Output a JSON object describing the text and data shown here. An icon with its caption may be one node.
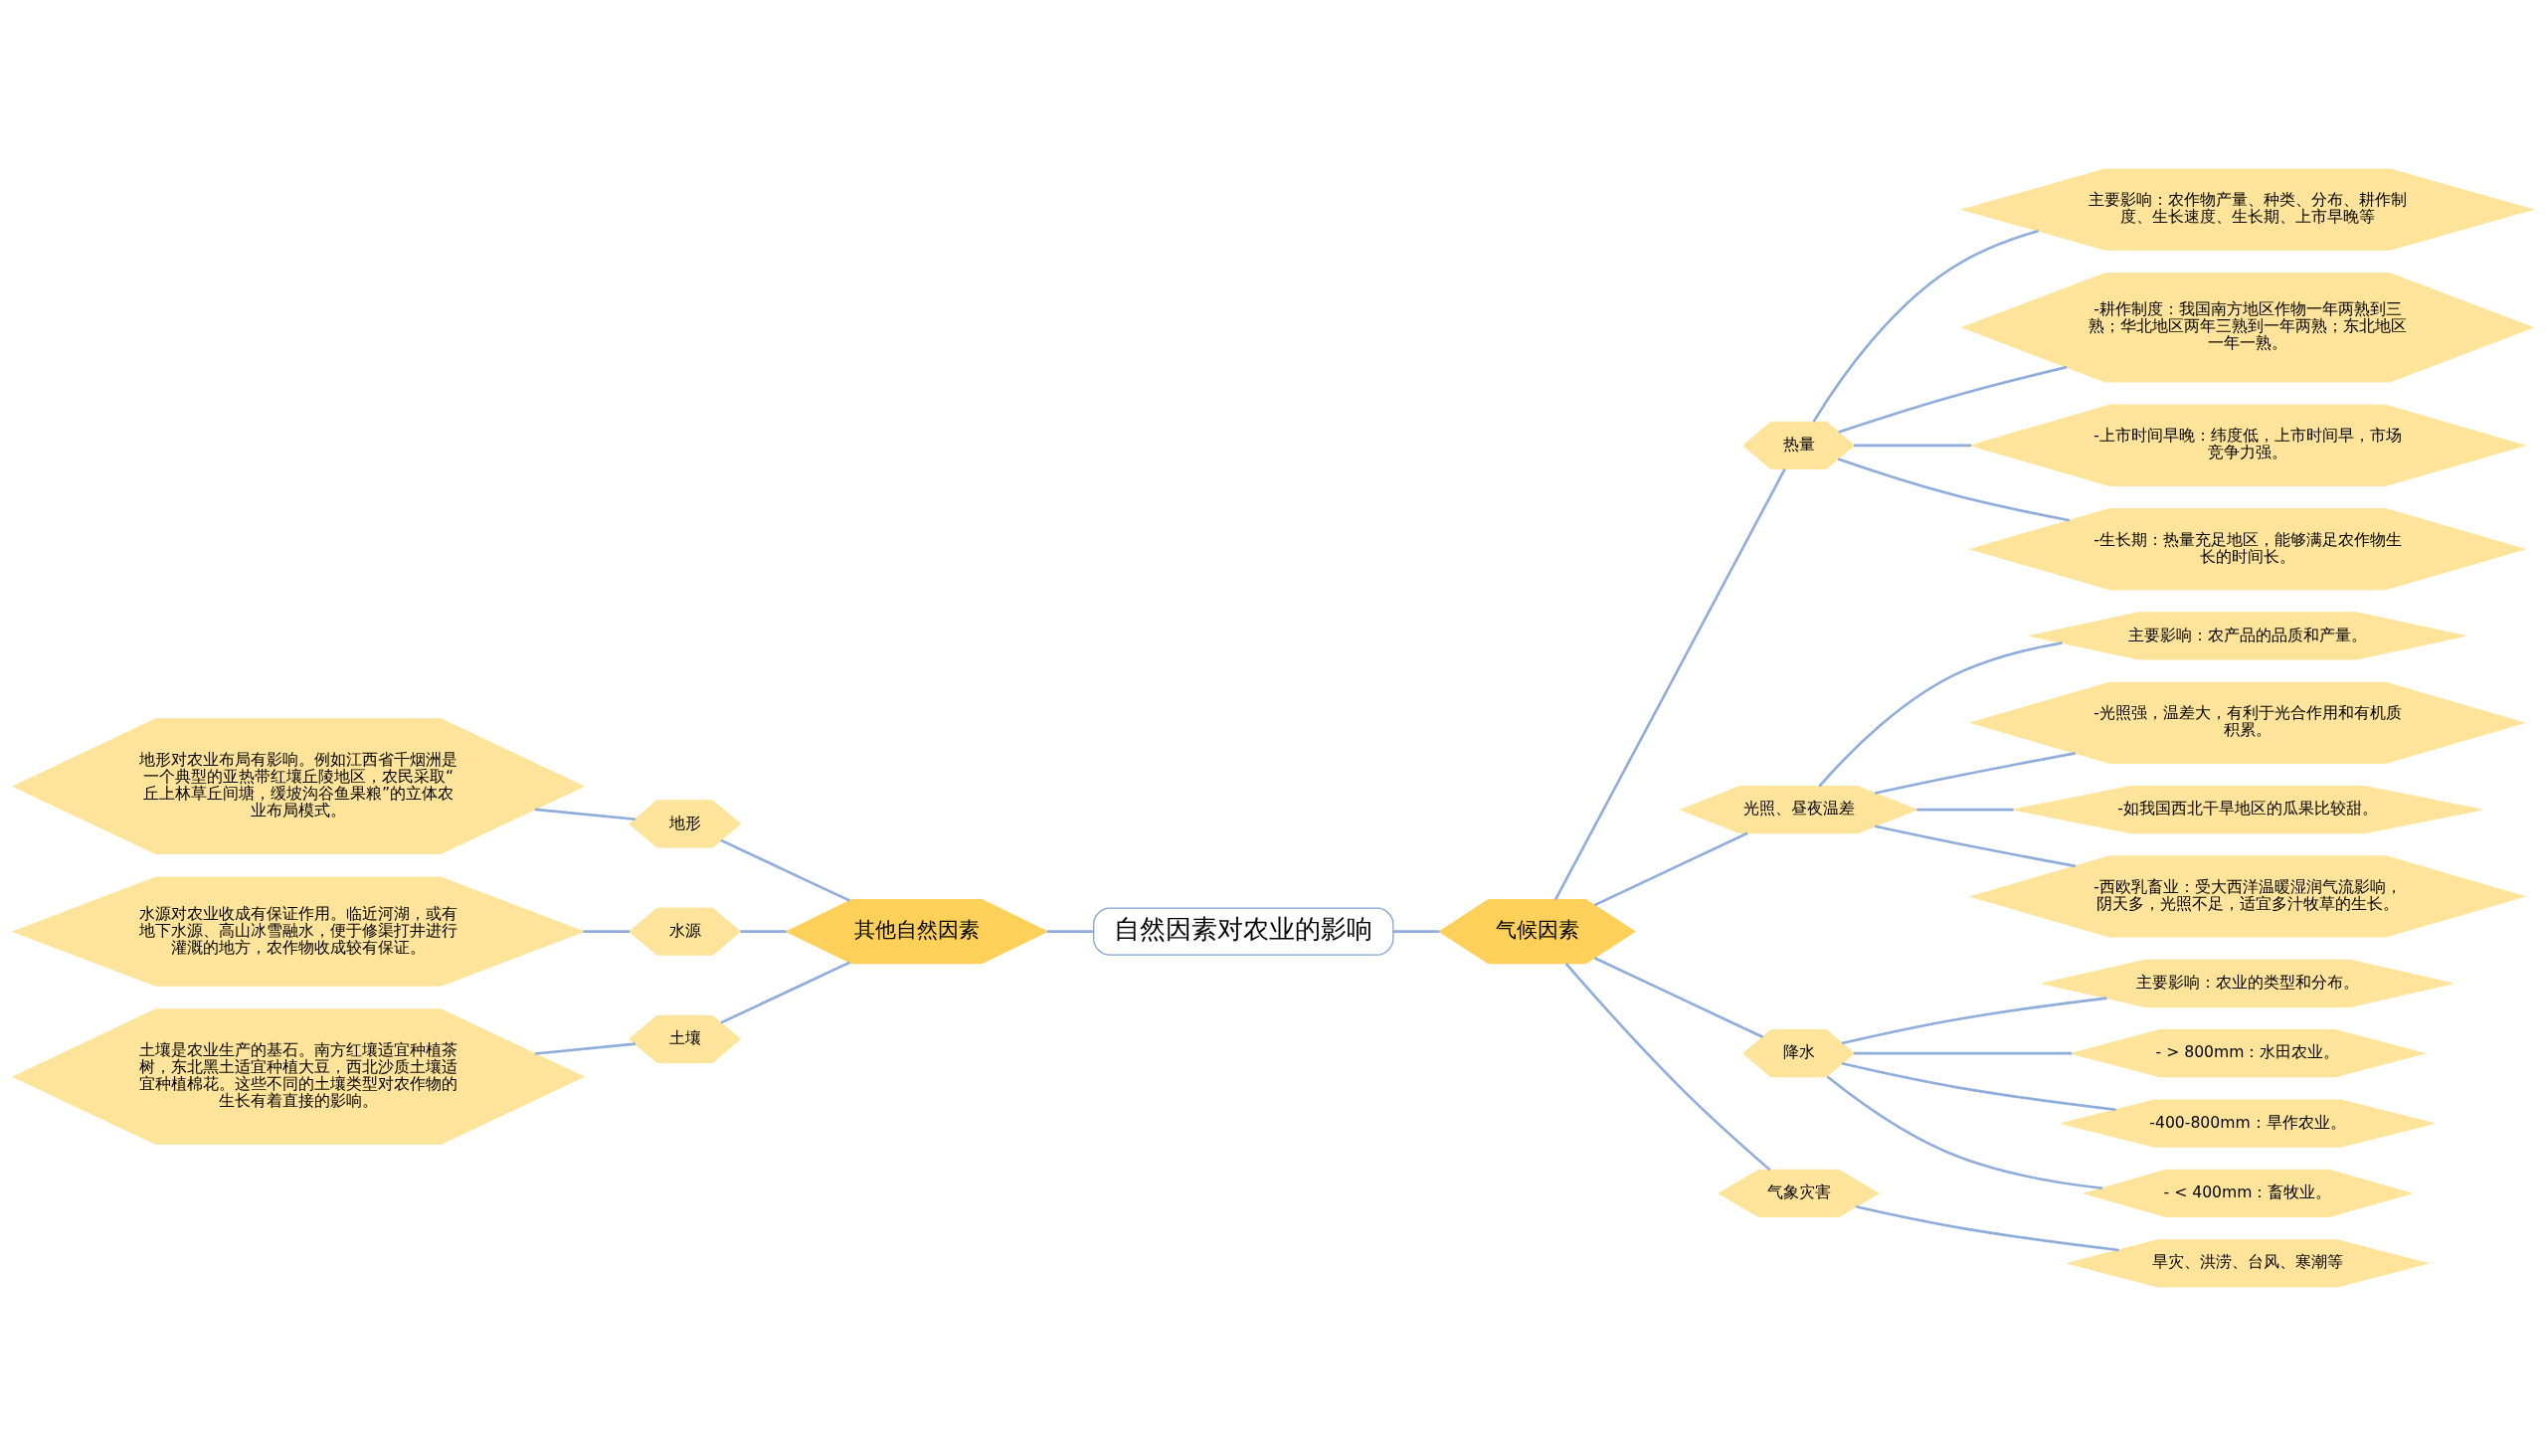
{
  "diagram": {
    "nodes": [
      {
        "text": [
          "自然因素对农业的影响"
        ]
      },
      {
        "text": [
          "其他自然因素"
        ]
      },
      {
        "text": [
          "地形"
        ]
      },
      {
        "text": [
          "地形对农业布局有影响。例如江西省千烟洲是一个典型的亚热带红壤丘陵地区，农民采取“丘上林草丘间塘，缓坡沟谷鱼果粮”的立体农业布局模式。"
        ]
      },
      {
        "text": [
          "水源"
        ]
      },
      {
        "text": [
          "水源对农业收成有保证作用。临近河湖，或有地下水源、高山冰雪融水，便于修渠打井进行灌溉的地方，农作物收成较有保证。"
        ]
      },
      {
        "text": [
          "土壤"
        ]
      },
      {
        "text": [
          "土壤是农业生产的基石。南方红壤适宜种植茶树，东北黑土适宜种植大豆，西北沙质土壤适宜种植棉花。这些不同的土壤类型对农作物的生长有着直接的影响。"
        ]
      },
      {
        "text": [
          "气候因素"
        ]
      },
      {
        "text": [
          "热量"
        ]
      },
      {
        "text": [
          "主要影响：农作物产量、种类、分布、耕作制度、生长速度、生长期、上市早晚等"
        ]
      },
      {
        "text": [
          "-耕作制度：我国南方地区作物一年两熟到三熟；华北地区两年三熟到一年两熟；东北地区一年一熟。"
        ]
      },
      {
        "text": [
          "-上市时间早晚：纬度低，上市时间早，市场竞争力强。"
        ]
      },
      {
        "text": [
          "-生长期：热量充足地区，能够满足农作物生长的时间长。"
        ]
      },
      {
        "text": [
          "光照、昼夜温差"
        ]
      },
      {
        "text": [
          "主要影响：农产品的品质和产量。"
        ]
      },
      {
        "text": [
          "-光照强，温差大，有利于光合作用和有机质积累。"
        ]
      },
      {
        "text": [
          "-如我国西北干旱地区的瓜果比较甜。"
        ]
      },
      {
        "text": [
          "-西欧乳畜业：受大西洋温暖湿润气流影响，阴天多，光照不足，适宜多汁牧草的生长。"
        ]
      },
      {
        "text": [
          "降水"
        ]
      },
      {
        "text": [
          "主要影响：农业的类型和分布。"
        ]
      },
      {
        "text": [
          "- > 800mm：水田农业。"
        ]
      },
      {
        "text": [
          "-400-800mm：旱作农业。"
        ]
      },
      {
        "text": [
          "- < 400mm：畜牧业。"
        ]
      },
      {
        "text": [
          "气象灾害"
        ]
      },
      {
        "text": [
          "旱灾、洪涝、台风、寒潮等"
        ]
      }
    ],
    "edges": [
      {
        "from": 3,
        "to": 2,
        "arrow": "none"
      },
      {
        "from": 5,
        "to": 4,
        "arrow": "none"
      },
      {
        "from": 7,
        "to": 6,
        "arrow": "none"
      },
      {
        "from": 2,
        "to": 1,
        "arrow": "none"
      },
      {
        "from": 4,
        "to": 1,
        "arrow": "none"
      },
      {
        "from": 6,
        "to": 1,
        "arrow": "none"
      },
      {
        "from": 1,
        "to": 0,
        "arrow": "none"
      },
      {
        "from": 0,
        "to": 8,
        "arrow": "none"
      },
      {
        "from": 8,
        "to": 9,
        "arrow": "none"
      },
      {
        "from": 8,
        "to": 14,
        "arrow": "none"
      },
      {
        "from": 8,
        "to": 19,
        "arrow": "none"
      },
      {
        "from": 8,
        "to": 24,
        "arrow": "none"
      },
      {
        "from": 9,
        "to": 10,
        "arrow": "none"
      },
      {
        "from": 9,
        "to": 11,
        "arrow": "none"
      },
      {
        "from": 9,
        "to": 12,
        "arrow": "none"
      },
      {
        "from": 9,
        "to": 13,
        "arrow": "none"
      },
      {
        "from": 14,
        "to": 15,
        "arrow": "none"
      },
      {
        "from": 14,
        "to": 16,
        "arrow": "none"
      },
      {
        "from": 14,
        "to": 17,
        "arrow": "none"
      },
      {
        "from": 14,
        "to": 18,
        "arrow": "none"
      },
      {
        "from": 19,
        "to": 20,
        "arrow": "none"
      },
      {
        "from": 19,
        "to": 21,
        "arrow": "none"
      },
      {
        "from": 19,
        "to": 22,
        "arrow": "none"
      },
      {
        "from": 19,
        "to": 23,
        "arrow": "none"
      },
      {
        "from": 24,
        "to": 25,
        "arrow": "none"
      }
    ]
  }
}
